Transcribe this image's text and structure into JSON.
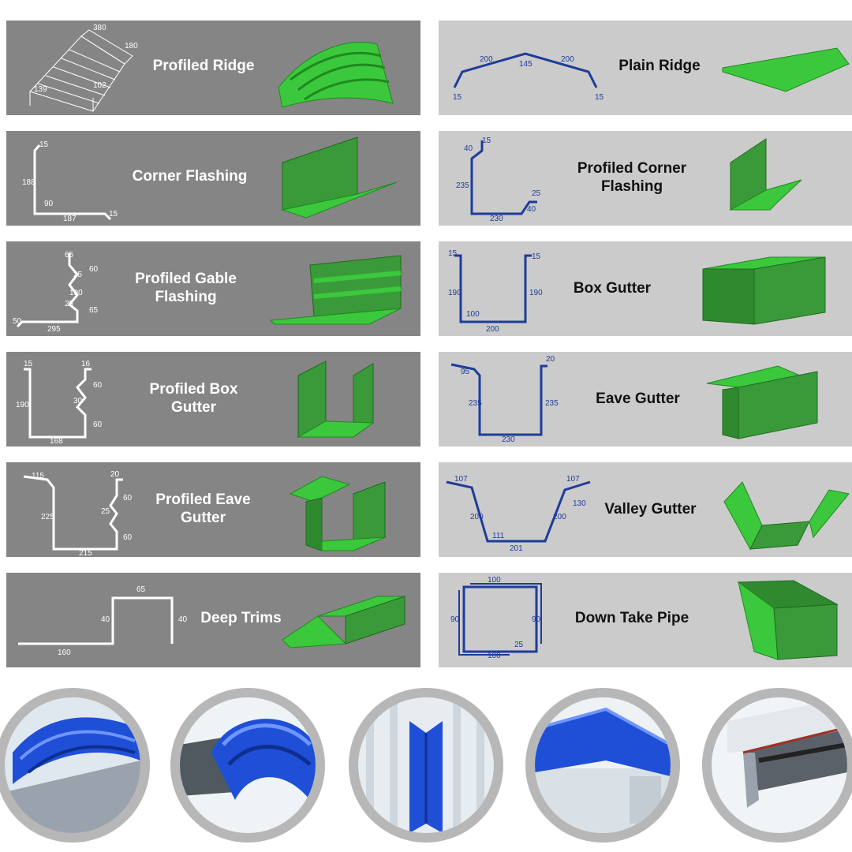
{
  "products": [
    {
      "id": "profiled-ridge",
      "title": "Profiled Ridge",
      "dims": [
        "380",
        "180",
        "102",
        "139"
      ]
    },
    {
      "id": "plain-ridge",
      "title": "Plain Ridge",
      "dims": [
        "200",
        "145",
        "200",
        "15",
        "15"
      ]
    },
    {
      "id": "corner-flashing",
      "title": "Corner Flashing",
      "dims": [
        "15",
        "188",
        "90",
        "187",
        "15"
      ]
    },
    {
      "id": "profiled-corner-flashing",
      "title": "Profiled Corner Flashing",
      "dims": [
        "40",
        "15",
        "235",
        "230",
        "40",
        "25"
      ]
    },
    {
      "id": "profiled-gable-flashing",
      "title": "Profiled Gable Flashing",
      "dims": [
        "65",
        "25",
        "60",
        "100",
        "65",
        "25",
        "50",
        "295"
      ]
    },
    {
      "id": "box-gutter",
      "title": "Box Gutter",
      "dims": [
        "15",
        "15",
        "190",
        "190",
        "100",
        "200"
      ]
    },
    {
      "id": "profiled-box-gutter",
      "title": "Profiled Box Gutter",
      "dims": [
        "15",
        "16",
        "190",
        "60",
        "30",
        "60",
        "168"
      ]
    },
    {
      "id": "eave-gutter",
      "title": "Eave Gutter",
      "dims": [
        "95",
        "20",
        "235",
        "235",
        "230"
      ]
    },
    {
      "id": "profiled-eave-gutter",
      "title": "Profiled Eave Gutter",
      "dims": [
        "115",
        "20",
        "225",
        "60",
        "25",
        "60",
        "215"
      ]
    },
    {
      "id": "valley-gutter",
      "title": "Valley Gutter",
      "dims": [
        "107",
        "107",
        "200",
        "111",
        "201",
        "200",
        "130"
      ]
    },
    {
      "id": "deep-trims",
      "title": "Deep Trims",
      "dims": [
        "65",
        "40",
        "40",
        "160"
      ]
    },
    {
      "id": "down-take-pipe",
      "title": "Down Take Pipe",
      "dims": [
        "100",
        "90",
        "90",
        "25",
        "100"
      ]
    }
  ],
  "colors": {
    "dark_panel": "#858585",
    "light_panel": "#cbcbcb",
    "product_green": "#3cc83c",
    "diagram_blue": "#1e3c9a",
    "photo_blue": "#1f4fd6"
  },
  "photos": [
    "profiled-ridge-photo",
    "curved-ridge-photo",
    "corner-flashing-photo",
    "plain-ridge-photo",
    "eave-gutter-photo"
  ]
}
